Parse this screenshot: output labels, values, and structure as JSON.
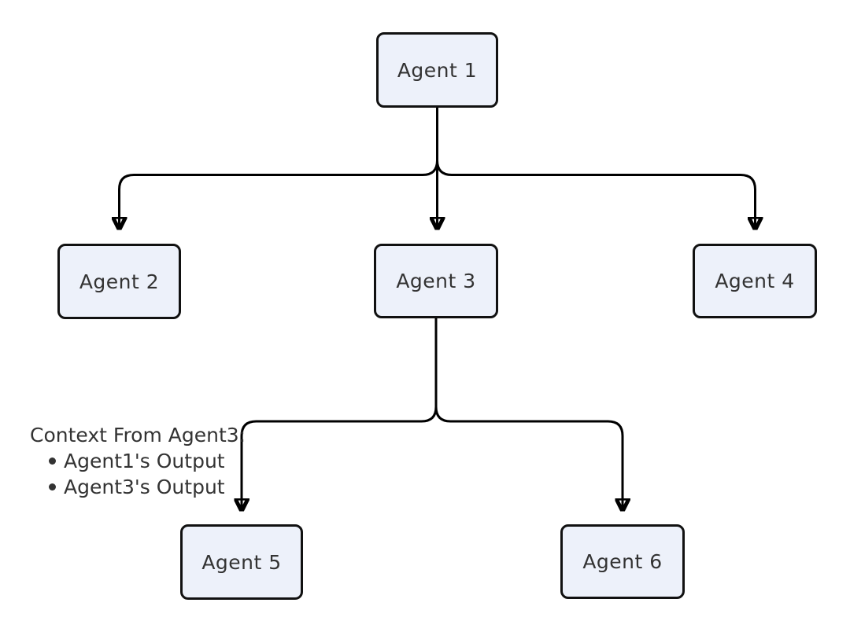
{
  "diagram": {
    "type": "flowchart-tree",
    "nodes": [
      {
        "id": "agent1",
        "label": "Agent 1"
      },
      {
        "id": "agent2",
        "label": "Agent 2"
      },
      {
        "id": "agent3",
        "label": "Agent 3"
      },
      {
        "id": "agent4",
        "label": "Agent 4"
      },
      {
        "id": "agent5",
        "label": "Agent 5"
      },
      {
        "id": "agent6",
        "label": "Agent 6"
      }
    ],
    "edges": [
      {
        "from": "Agent 1",
        "to": "Agent 2"
      },
      {
        "from": "Agent 1",
        "to": "Agent 3"
      },
      {
        "from": "Agent 1",
        "to": "Agent 4"
      },
      {
        "from": "Agent 3",
        "to": "Agent 5"
      },
      {
        "from": "Agent 3",
        "to": "Agent 6"
      }
    ],
    "annotation": {
      "title": "Context From Agent3:",
      "items": [
        "Agent1's Output",
        "Agent3's Output"
      ]
    },
    "colors": {
      "background": "#ffffff",
      "node_fill": "#edf1fa",
      "node_border": "#111111",
      "connector": "#000000",
      "text": "#333333"
    }
  }
}
